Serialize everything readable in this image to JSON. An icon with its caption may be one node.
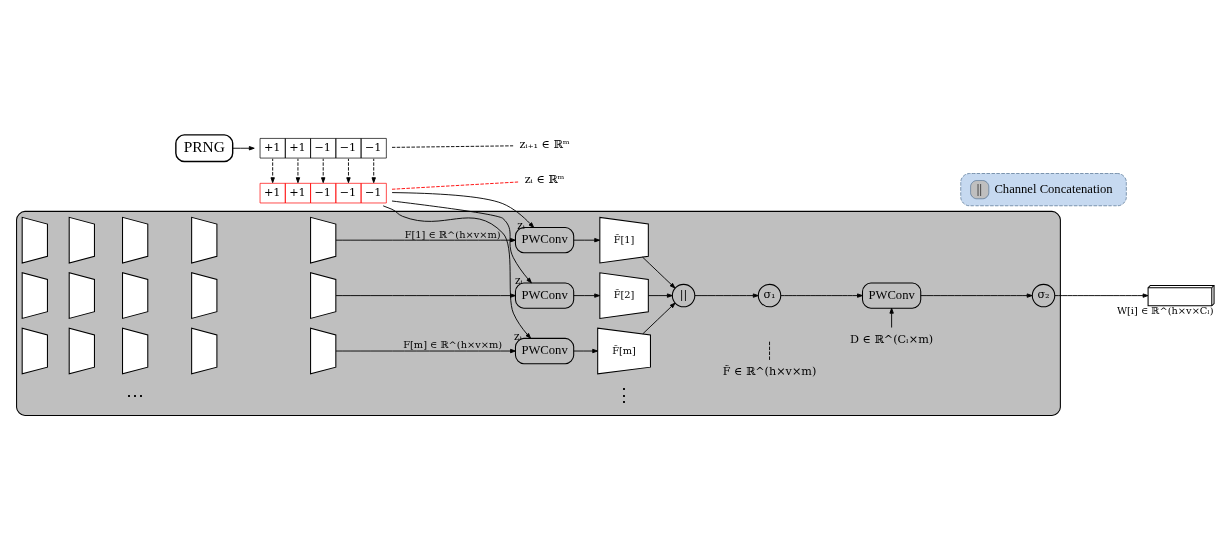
{
  "diagram": {
    "nodes": [
      {
        "text": [
          "PRNG"
        ]
      },
      {
        "text": [
          "+1",
          "+1",
          "−1",
          "−1",
          "−1"
        ]
      },
      {
        "text": [
          "+1",
          "+1",
          "−1",
          "−1",
          "−1"
        ]
      },
      {
        "text": [
          "zᵢ₊₁ ∈ ℝᵐ"
        ]
      },
      {
        "text": [
          "zᵢ ∈ ℝᵐ"
        ]
      },
      {
        "text": [],
        "shape": "box"
      },
      {
        "text": [],
        "shape": "parallelogram",
        "in": 5
      },
      {
        "text": [],
        "shape": "parallelogram",
        "in": 5
      },
      {
        "text": [],
        "shape": "parallelogram",
        "in": 5
      },
      {
        "text": [],
        "shape": "parallelogram",
        "in": 5
      },
      {
        "text": [],
        "shape": "parallelogram",
        "in": 5
      },
      {
        "text": [
          "PWConv"
        ],
        "in": 5
      },
      {
        "text": [
          "F̃[1]"
        ],
        "in": 5
      },
      {
        "text": [],
        "shape": "parallelogram",
        "in": 5
      },
      {
        "text": [],
        "shape": "parallelogram",
        "in": 5
      },
      {
        "text": [],
        "shape": "parallelogram",
        "in": 5
      },
      {
        "text": [],
        "shape": "parallelogram",
        "in": 5
      },
      {
        "text": [],
        "shape": "parallelogram",
        "in": 5
      },
      {
        "text": [
          "PWConv"
        ],
        "in": 5
      },
      {
        "text": [
          "F̃[2]"
        ],
        "in": 5
      },
      {
        "text": [],
        "shape": "parallelogram",
        "in": 5
      },
      {
        "text": [],
        "shape": "parallelogram",
        "in": 5
      },
      {
        "text": [],
        "shape": "parallelogram",
        "in": 5
      },
      {
        "text": [],
        "shape": "parallelogram",
        "in": 5
      },
      {
        "text": [],
        "shape": "parallelogram",
        "in": 5
      },
      {
        "text": [
          "PWConv"
        ],
        "in": 5
      },
      {
        "text": [
          "F̃[m]"
        ],
        "in": 5
      },
      {
        "text": [
          "||"
        ],
        "in": 5
      },
      {
        "text": [
          "σ₁"
        ],
        "in": 5
      },
      {
        "text": [
          "PWConv"
        ],
        "in": 5
      },
      {
        "text": [
          "σ₂"
        ],
        "in": 5
      },
      {
        "text": [],
        "shape": "box",
        "beside": [
          "W[i] ∈ ℝ^(h×v×Cₗ)"
        ]
      },
      {
        "text": [
          "D ∈ ℝ^(Cₗ×m)"
        ],
        "in": 5
      },
      {
        "text": [
          "F̃ ∈ ℝ^(h×v×m)"
        ],
        "in": 5
      }
    ],
    "edges": [
      {
        "from": 0,
        "to": 1,
        "arrow": "to"
      },
      {
        "from": 1,
        "to": 2,
        "arrow": "to",
        "style": "dashed"
      },
      {
        "from": 1,
        "to": 2,
        "arrow": "to",
        "style": "dashed"
      },
      {
        "from": 1,
        "to": 2,
        "arrow": "to",
        "style": "dashed"
      },
      {
        "from": 1,
        "to": 2,
        "arrow": "to",
        "style": "dashed"
      },
      {
        "from": 1,
        "to": 2,
        "arrow": "to",
        "style": "dashed"
      },
      {
        "from": 1,
        "to": 3,
        "arrow": "none",
        "style": "dashed"
      },
      {
        "from": 2,
        "to": 4,
        "arrow": "none",
        "style": "dashed",
        "color": "#ff0000"
      },
      {
        "from": 2,
        "to": 11,
        "arrow": "to",
        "label": "zᵢ"
      },
      {
        "from": 2,
        "to": 18,
        "arrow": "to",
        "label": "zᵢ"
      },
      {
        "from": 2,
        "to": 25,
        "arrow": "to",
        "label": "zᵢ"
      },
      {
        "from": 10,
        "to": 11,
        "arrow": "to",
        "label": "F[1] ∈ ℝ^(h×v×m)"
      },
      {
        "from": 17,
        "to": 18,
        "arrow": "to"
      },
      {
        "from": 24,
        "to": 25,
        "arrow": "to",
        "label": "F[m] ∈ ℝ^(h×v×m)"
      },
      {
        "from": 11,
        "to": 12,
        "arrow": "to"
      },
      {
        "from": 18,
        "to": 19,
        "arrow": "to"
      },
      {
        "from": 25,
        "to": 26,
        "arrow": "to"
      },
      {
        "from": 12,
        "to": 27,
        "arrow": "to"
      },
      {
        "from": 19,
        "to": 27,
        "arrow": "to"
      },
      {
        "from": 26,
        "to": 27,
        "arrow": "to"
      },
      {
        "from": 27,
        "to": 28,
        "arrow": "to"
      },
      {
        "from": 28,
        "to": 29,
        "arrow": "to"
      },
      {
        "from": 29,
        "to": 30,
        "arrow": "to"
      },
      {
        "from": 30,
        "to": 31,
        "arrow": "to"
      },
      {
        "from": 32,
        "to": 29,
        "arrow": "to"
      },
      {
        "from": 33,
        "to": null,
        "arrow": "none",
        "style": "dashed"
      }
    ],
    "labels": [
      "||",
      "⋯",
      "⋮"
    ],
    "legend": [
      {
        "text": "Channel Concatenation"
      }
    ]
  }
}
